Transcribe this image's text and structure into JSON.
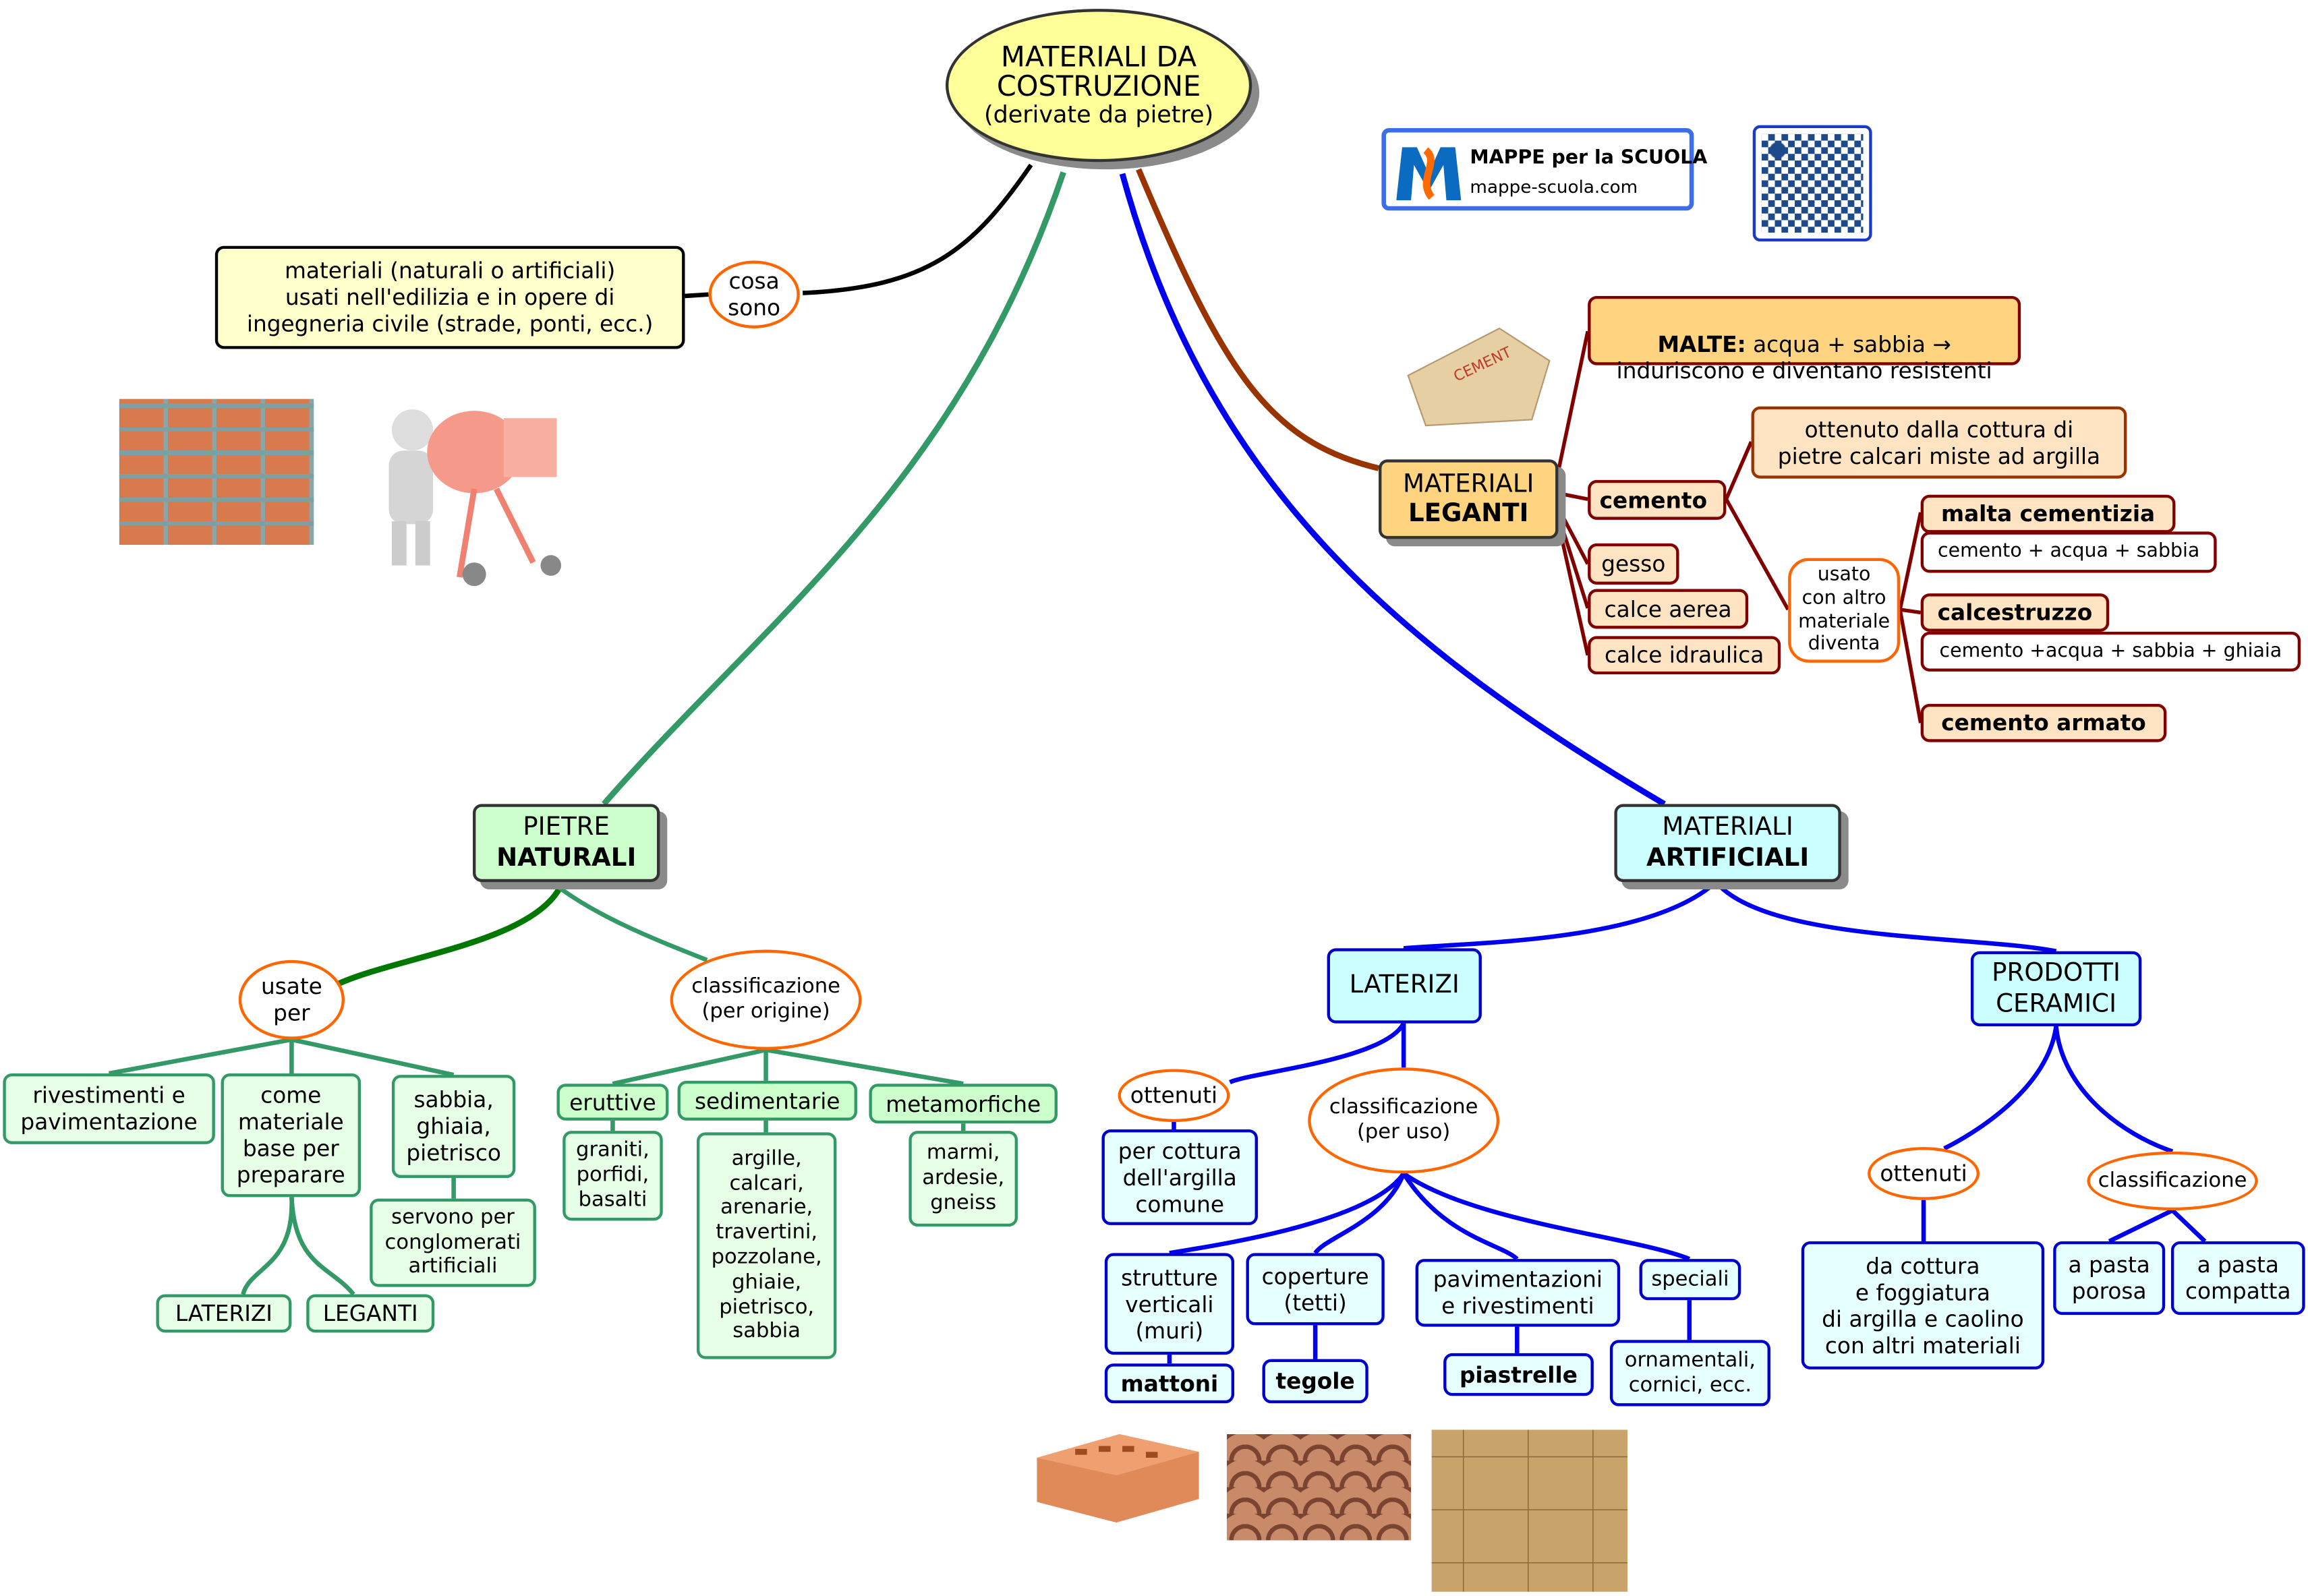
{
  "root": {
    "line1": "MATERIALI DA",
    "line2": "COSTRUZIONE",
    "line3": "(derivate da pietre)"
  },
  "definition": {
    "connector": "cosa\nsono",
    "text": "materiali (naturali o artificiali)\nusati nell'edilizia e in opere di\ningegneria civile (strade, ponti, ecc.)"
  },
  "logo": {
    "title": "MAPPE per la SCUOLA",
    "site": "mappe-scuola.com"
  },
  "leganti": {
    "title1": "MATERIALI",
    "title2": "LEGANTI",
    "malte_bold": "MALTE:",
    "malte_text": " acqua + sabbia →\ninduriscono e diventano resistenti",
    "cemento": "cemento",
    "gesso": "gesso",
    "calce_aerea": "calce aerea",
    "calce_idraulica": "calce idraulica",
    "cemento_origin": "ottenuto dalla cottura di\npietre calcari miste ad argilla",
    "usato": "usato\ncon altro\nmateriale\ndiventa",
    "malta_cementizia": "malta cementizia",
    "malta_cementizia_recipe": "cemento + acqua + sabbia",
    "calcestruzzo": "calcestruzzo",
    "calcestruzzo_recipe": "cemento +acqua + sabbia + ghiaia",
    "cemento_armato": "cemento armato"
  },
  "naturali": {
    "title1": "PIETRE",
    "title2": "NATURALI",
    "usate": "usate\nper",
    "classificazione": "classificazione\n(per origine)",
    "rivestimenti": "rivestimenti e\npavimentazione",
    "base": "come\nmateriale\nbase per\npreparare",
    "sabbia": "sabbia,\nghiaia,\npietrisco",
    "servono": "servono per\nconglomerati\nartificiali",
    "laterizi": "LATERIZI",
    "leganti": "LEGANTI",
    "eruttive": "eruttive",
    "sedimentarie": "sedimentarie",
    "metamorfiche": "metamorfiche",
    "eruttive_ex": "graniti,\nporfidi,\nbasalti",
    "sedimentarie_ex": "argille,\ncalcari,\narenarie,\ntravertini,\npozzolane,\nghiaie,\npietrisco,\nsabbia",
    "metamorfiche_ex": "marmi,\nardesie,\ngneiss"
  },
  "artificiali": {
    "title1": "MATERIALI",
    "title2": "ARTIFICIALI",
    "laterizi": "LATERIZI",
    "ottenuti": "ottenuti",
    "laterizi_origin": "per cottura\ndell'argilla\ncomune",
    "classificazione": "classificazione\n(per uso)",
    "strutture": "strutture\nverticali\n(muri)",
    "mattoni": "mattoni",
    "coperture": "coperture\n(tetti)",
    "tegole": "tegole",
    "pavimentazioni": "pavimentazioni\ne rivestimenti",
    "piastrelle": "piastrelle",
    "speciali": "speciali",
    "ornamentali": "ornamentali,\ncornici, ecc.",
    "ceramici": "PRODOTTI\nCERAMICI",
    "ceramici_ottenuti": "ottenuti",
    "ceramici_origin": "da cottura\ne foggiatura\ndi argilla e caolino\ncon altri materiali",
    "ceramici_classificazione": "classificazione",
    "porosa": "a pasta\nporosa",
    "compatta": "a pasta\ncompatta"
  },
  "colors": {
    "root": "#ffff99",
    "leganti": "#ffd480",
    "naturali": "#ccffcc",
    "artificiali": "#ccffff",
    "green": "#339966",
    "blue": "#0000ee",
    "brown": "#993300",
    "darkred": "#800000",
    "orange": "#ff6600"
  }
}
